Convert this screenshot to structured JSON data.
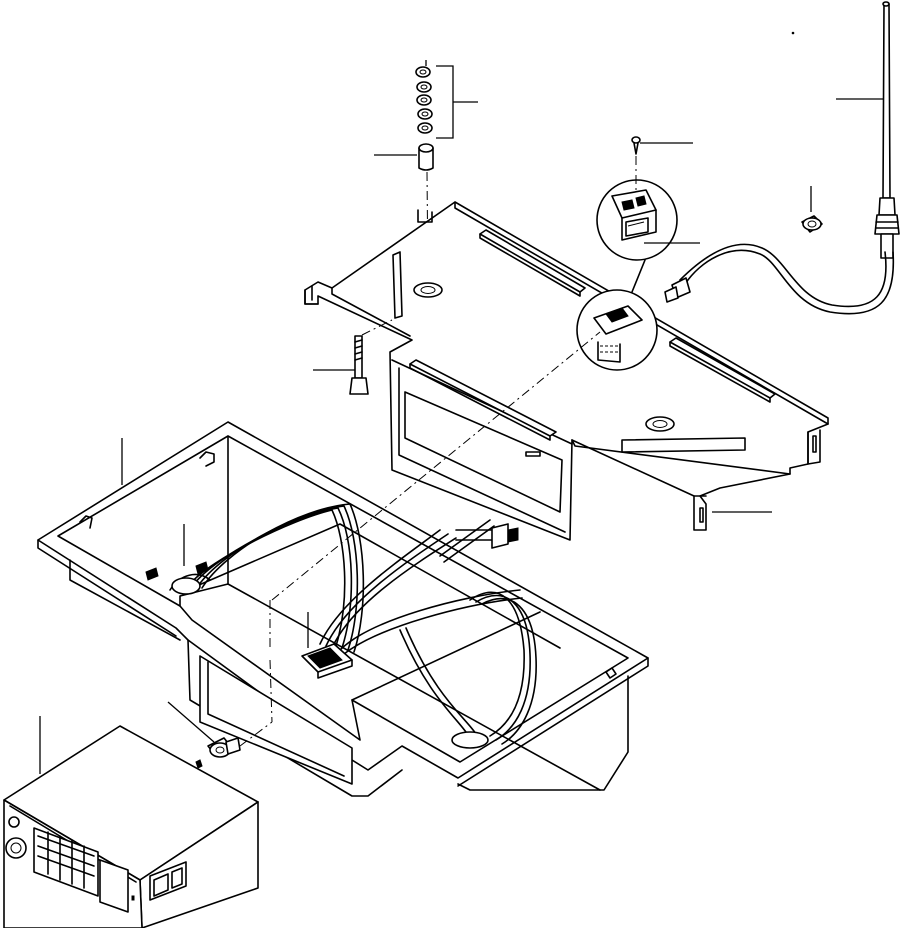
{
  "diagram": {
    "callouts": [
      {
        "id": "washers-stack"
      },
      {
        "id": "spacer"
      },
      {
        "id": "mounting-screw"
      },
      {
        "id": "antenna"
      },
      {
        "id": "antenna-grommet"
      },
      {
        "id": "connector-bracket"
      },
      {
        "id": "mounting-bolt"
      },
      {
        "id": "cover-bracket"
      },
      {
        "id": "housing-tray"
      },
      {
        "id": "cable-clamp"
      },
      {
        "id": "wire-harness"
      },
      {
        "id": "knob-nut"
      },
      {
        "id": "radio-unit"
      }
    ],
    "colors": {
      "line": "#000000",
      "paper": "#ffffff"
    }
  }
}
